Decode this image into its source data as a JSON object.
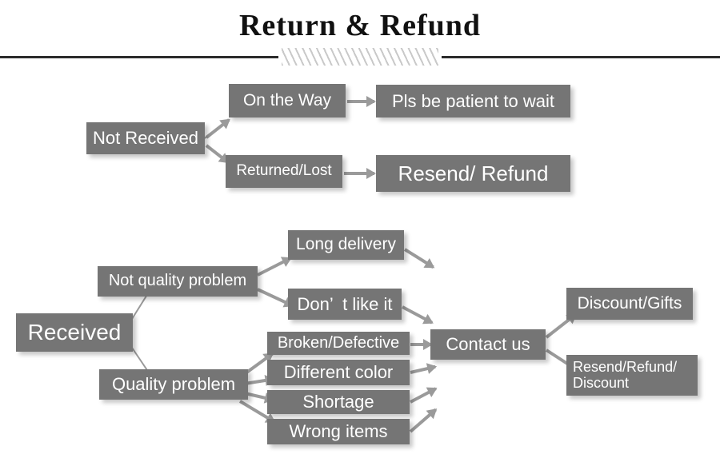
{
  "header": {
    "title": "Return & Refund",
    "divider_style": "rule-hatch-rule"
  },
  "colors": {
    "node_fill": "#757575",
    "node_text": "#ffffff",
    "arrow": "#9a9a9a",
    "title_text": "#111111",
    "rule": "#2b2b2b",
    "hatch": "#c9c9c9",
    "background": "#ffffff"
  },
  "diagram": {
    "type": "flowchart",
    "branches": [
      {
        "root": "Not Received",
        "paths": [
          {
            "stage": "On the Way",
            "result": "Pls be patient to wait"
          },
          {
            "stage": "Returned/Lost",
            "result": "Resend/ Refund"
          }
        ]
      },
      {
        "root": "Received",
        "paths": [
          {
            "stage": "Not quality problem",
            "reasons": [
              "Long delivery",
              "Don’  t like it"
            ],
            "result": "Contact us"
          },
          {
            "stage": "Quality problem",
            "reasons": [
              "Broken/Defective",
              "Different color",
              "Shortage",
              "Wrong items"
            ],
            "result": "Contact us"
          }
        ],
        "outcomes": [
          "Discount/Gifts",
          "Resend/Refund/\nDiscount"
        ]
      }
    ],
    "nodes": {
      "not_received": "Not Received",
      "on_the_way": "On the Way",
      "pls_be_patient": "Pls be patient to wait",
      "returned_lost": "Returned/Lost",
      "resend_refund": "Resend/ Refund",
      "received": "Received",
      "not_quality_problem": "Not quality problem",
      "quality_problem": "Quality problem",
      "long_delivery": "Long delivery",
      "dont_like_it": "Don’  t like it",
      "broken_defective": "Broken/Defective",
      "different_color": "Different color",
      "shortage": "Shortage",
      "wrong_items": "Wrong items",
      "contact_us": "Contact us",
      "discount_gifts": "Discount/Gifts",
      "resend_refund_discount": "Resend/Refund/\nDiscount"
    }
  }
}
